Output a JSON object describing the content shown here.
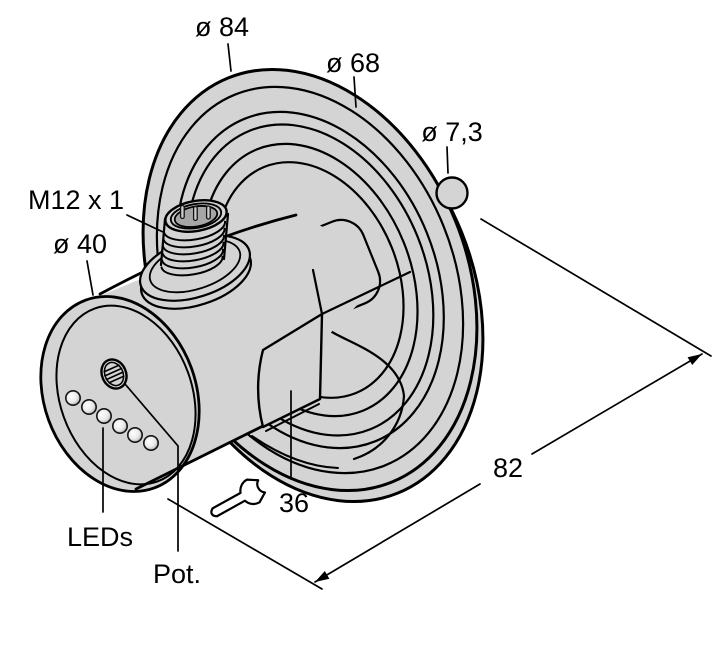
{
  "drawing": {
    "title": "Flow sensor with flange mount - dimensional drawing",
    "background": "#ffffff",
    "line_color": "#000000",
    "metal_fill": "#d4d4d4",
    "socket_fill": "#a6a6a6",
    "led_count": 6,
    "labels": {
      "flange_outer_dia": "ø 84",
      "flange_step_dia": "ø 68",
      "stud_dia": "ø 7,3",
      "connector_thread": "M12 x 1",
      "body_dia": "ø 40",
      "leds": "LEDs",
      "pot": "Pot.",
      "wrench_size": "36",
      "overall_length": "82"
    }
  }
}
